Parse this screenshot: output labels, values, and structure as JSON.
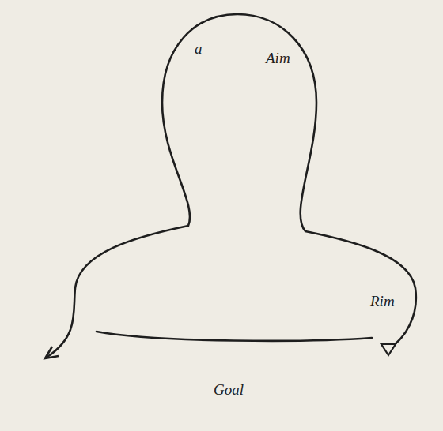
{
  "diagram": {
    "labels": [
      "a",
      "Aim",
      "Rim",
      "Goal"
    ]
  }
}
